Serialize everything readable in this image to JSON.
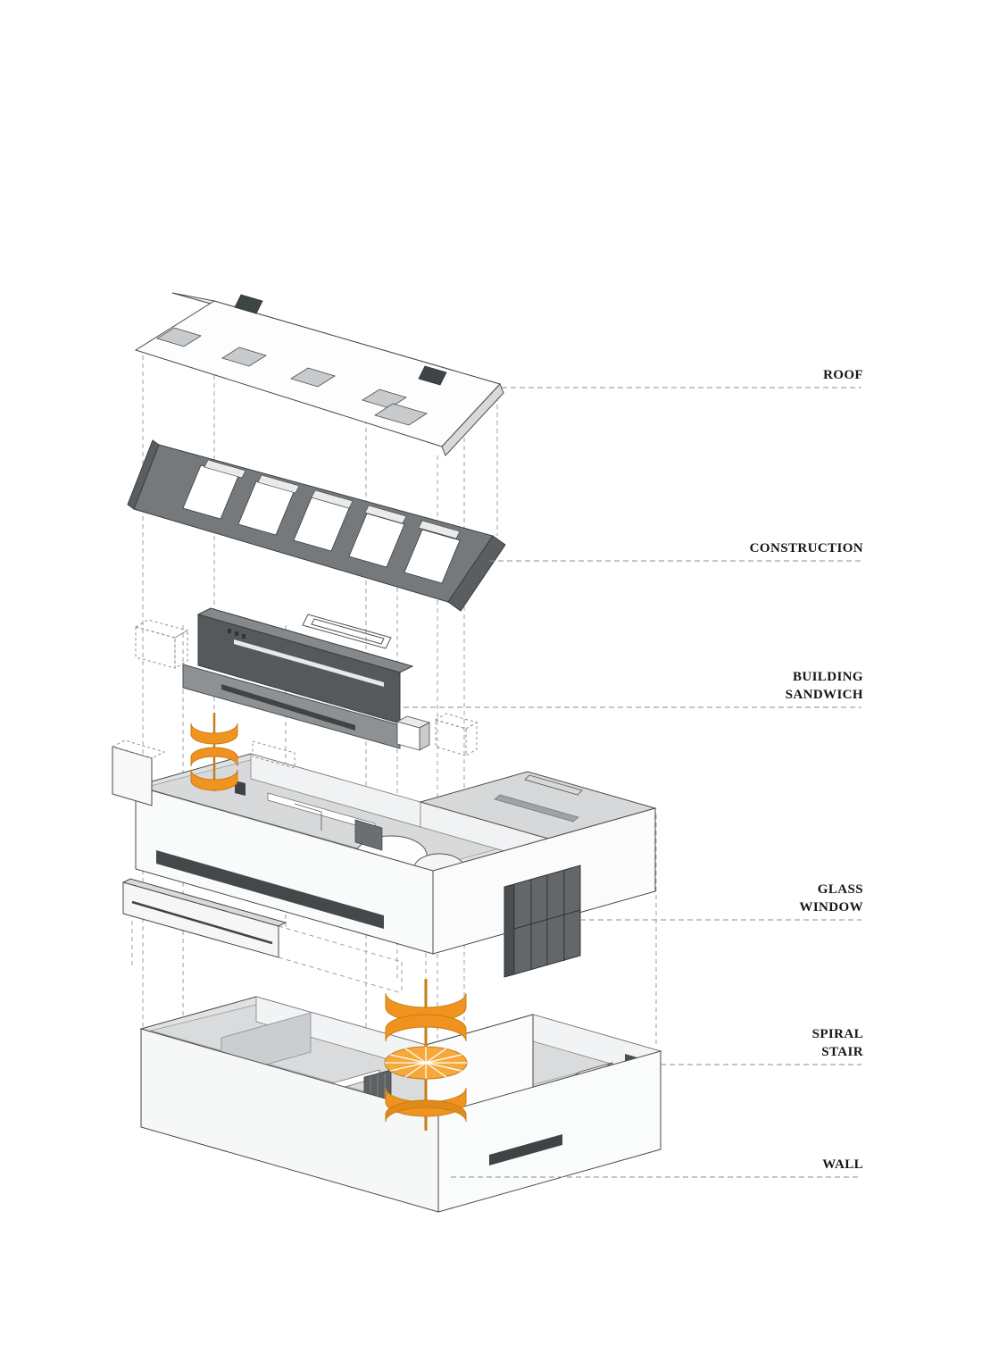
{
  "diagram": {
    "accent_color": "#F0941F",
    "line_color": "#4A4A4A",
    "dash_color": "#9AA0A3",
    "labels": [
      {
        "id": "roof",
        "lines": [
          "ROOF"
        ]
      },
      {
        "id": "construction",
        "lines": [
          "CONSTRUCTION"
        ]
      },
      {
        "id": "building-sandwich",
        "lines": [
          "BUILDING",
          "SANDWICH"
        ]
      },
      {
        "id": "glass-window",
        "lines": [
          "GLASS",
          "WINDOW"
        ]
      },
      {
        "id": "spiral-stair",
        "lines": [
          "SPIRAL",
          "STAIR"
        ]
      },
      {
        "id": "wall",
        "lines": [
          "WALL"
        ]
      }
    ]
  }
}
